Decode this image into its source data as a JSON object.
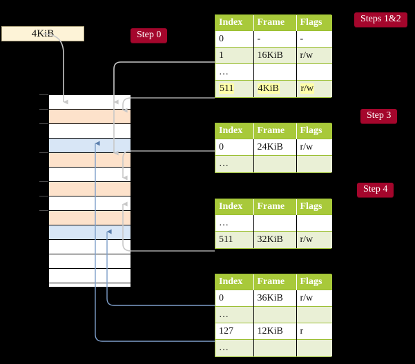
{
  "title": "Multi-level page table walk diagram",
  "size_label": {
    "text": "4KiB"
  },
  "steps": [
    {
      "id": "step0",
      "label": "Step 0"
    },
    {
      "id": "steps1and2",
      "label": "Steps 1&2"
    },
    {
      "id": "step3",
      "label": "Step 3"
    },
    {
      "id": "step4",
      "label": "Step 4"
    }
  ],
  "colors": {
    "badge": "#a4062c",
    "badge_text": "#ffffff",
    "size_box_fill": "#fdf3d7",
    "table_header": "#a8c93a",
    "table_row_alt": "#eaf0d6",
    "highlight": "#ffffa8",
    "mem_orange": "#fde2cb",
    "mem_blue": "#d8e6f6",
    "wire_gray": "#bdbdbd",
    "wire_blue": "#7d9ec9"
  },
  "memory": {
    "name": "physical-memory-column",
    "rows": [
      {
        "fill": "white"
      },
      {
        "fill": "orange"
      },
      {
        "fill": "white"
      },
      {
        "fill": "blue"
      },
      {
        "fill": "orange"
      },
      {
        "fill": "white"
      },
      {
        "fill": "orange"
      },
      {
        "fill": "white"
      },
      {
        "fill": "orange"
      },
      {
        "fill": "blue"
      },
      {
        "fill": "white"
      },
      {
        "fill": "white"
      },
      {
        "fill": "white"
      },
      {
        "fill": "white"
      }
    ]
  },
  "tables": [
    {
      "id": "table-level0",
      "headers": [
        "Index",
        "Frame",
        "Flags"
      ],
      "rows": [
        {
          "index": "0",
          "frame": "-",
          "flags": "-",
          "shade": "odd",
          "highlight": false
        },
        {
          "index": "1",
          "frame": "16KiB",
          "flags": "r/w",
          "shade": "even",
          "highlight": false
        },
        {
          "index": "…",
          "frame": "",
          "flags": "",
          "shade": "odd",
          "highlight": false
        },
        {
          "index": "511",
          "frame": "4KiB",
          "flags": "r/w",
          "shade": "even",
          "highlight": true
        }
      ]
    },
    {
      "id": "table-level1",
      "headers": [
        "Index",
        "Frame",
        "Flags"
      ],
      "rows": [
        {
          "index": "0",
          "frame": "24KiB",
          "flags": "r/w",
          "shade": "odd",
          "highlight": false
        },
        {
          "index": "…",
          "frame": "",
          "flags": "",
          "shade": "even",
          "highlight": false
        }
      ]
    },
    {
      "id": "table-level2",
      "headers": [
        "Index",
        "Frame",
        "Flags"
      ],
      "rows": [
        {
          "index": "…",
          "frame": "",
          "flags": "",
          "shade": "odd",
          "highlight": false
        },
        {
          "index": "511",
          "frame": "32KiB",
          "flags": "r/w",
          "shade": "even",
          "highlight": false
        }
      ]
    },
    {
      "id": "table-level3",
      "headers": [
        "Index",
        "Frame",
        "Flags"
      ],
      "rows": [
        {
          "index": "0",
          "frame": "36KiB",
          "flags": "r/w",
          "shade": "odd",
          "highlight": false
        },
        {
          "index": "…",
          "frame": "",
          "flags": "",
          "shade": "even",
          "highlight": false
        },
        {
          "index": "127",
          "frame": "12KiB",
          "flags": "r",
          "shade": "odd",
          "highlight": false
        },
        {
          "index": "…",
          "frame": "",
          "flags": "",
          "shade": "even",
          "highlight": false
        }
      ]
    }
  ]
}
